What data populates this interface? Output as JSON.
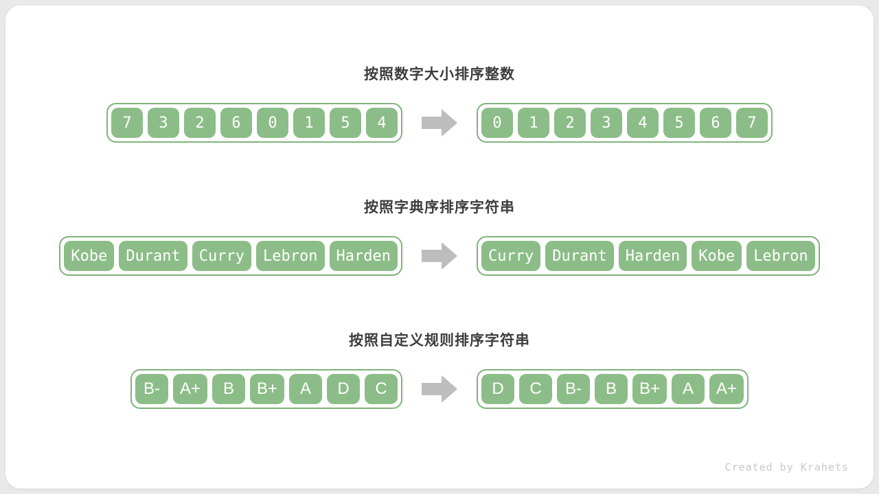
{
  "page": {
    "background": "#e9e9e9",
    "card_background": "#ffffff"
  },
  "colors": {
    "cell_green": "#8cbd88",
    "container_border": "#80b27c",
    "arrow_gray": "#bdbdbd",
    "title_color": "#3d3d3d",
    "cell_text": "#ffffff",
    "watermark": "#c8c8c8"
  },
  "icons": {
    "arrow": "arrow-right-icon"
  },
  "sections": [
    {
      "title": "按照数字大小排序整数",
      "before": [
        "7",
        "3",
        "2",
        "6",
        "0",
        "1",
        "5",
        "4"
      ],
      "after": [
        "0",
        "1",
        "2",
        "3",
        "4",
        "5",
        "6",
        "7"
      ]
    },
    {
      "title": "按照字典序排序字符串",
      "before": [
        "Kobe",
        "Durant",
        "Curry",
        "Lebron",
        "Harden"
      ],
      "after": [
        "Curry",
        "Durant",
        "Harden",
        "Kobe",
        "Lebron"
      ]
    },
    {
      "title": "按照自定义规则排序字符串",
      "before": [
        "B-",
        "A+",
        "B",
        "B+",
        "A",
        "D",
        "C"
      ],
      "after": [
        "D",
        "C",
        "B-",
        "B",
        "B+",
        "A",
        "A+"
      ]
    }
  ],
  "footer": {
    "credit": "Created by Krahets"
  }
}
